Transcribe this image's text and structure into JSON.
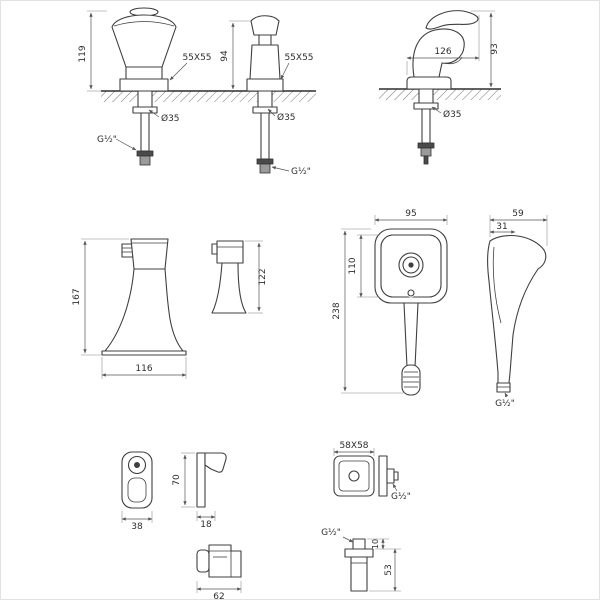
{
  "colors": {
    "line": "#3f3f3f",
    "dim": "#555555",
    "background": "#ffffff"
  },
  "views": {
    "basin_spout_front": {
      "height": "119",
      "size": "55X55",
      "hole": "Ø35",
      "thread": "G½\""
    },
    "valve_front": {
      "height": "94",
      "size": "55X55",
      "hole": "Ø35",
      "thread": "G½\""
    },
    "mixer_front": {
      "width": "126",
      "height": "93",
      "hole": "Ø35"
    },
    "tub_spout_front": {
      "height": "167",
      "width": "116"
    },
    "tub_spout_side": {
      "height": "122"
    },
    "handshower_front": {
      "width": "95",
      "face": "110",
      "length": "238"
    },
    "handshower_side": {
      "depth": "59",
      "thickness": "31",
      "thread": "G½\""
    },
    "bracket_front": {
      "width": "38"
    },
    "bracket_side": {
      "height": "70",
      "depth": "18"
    },
    "escutcheon": {
      "size": "58X58",
      "thread": "G½\""
    },
    "slider": {
      "width": "62"
    },
    "outlet": {
      "thread": "G½\"",
      "tube": "10",
      "height": "53"
    }
  }
}
